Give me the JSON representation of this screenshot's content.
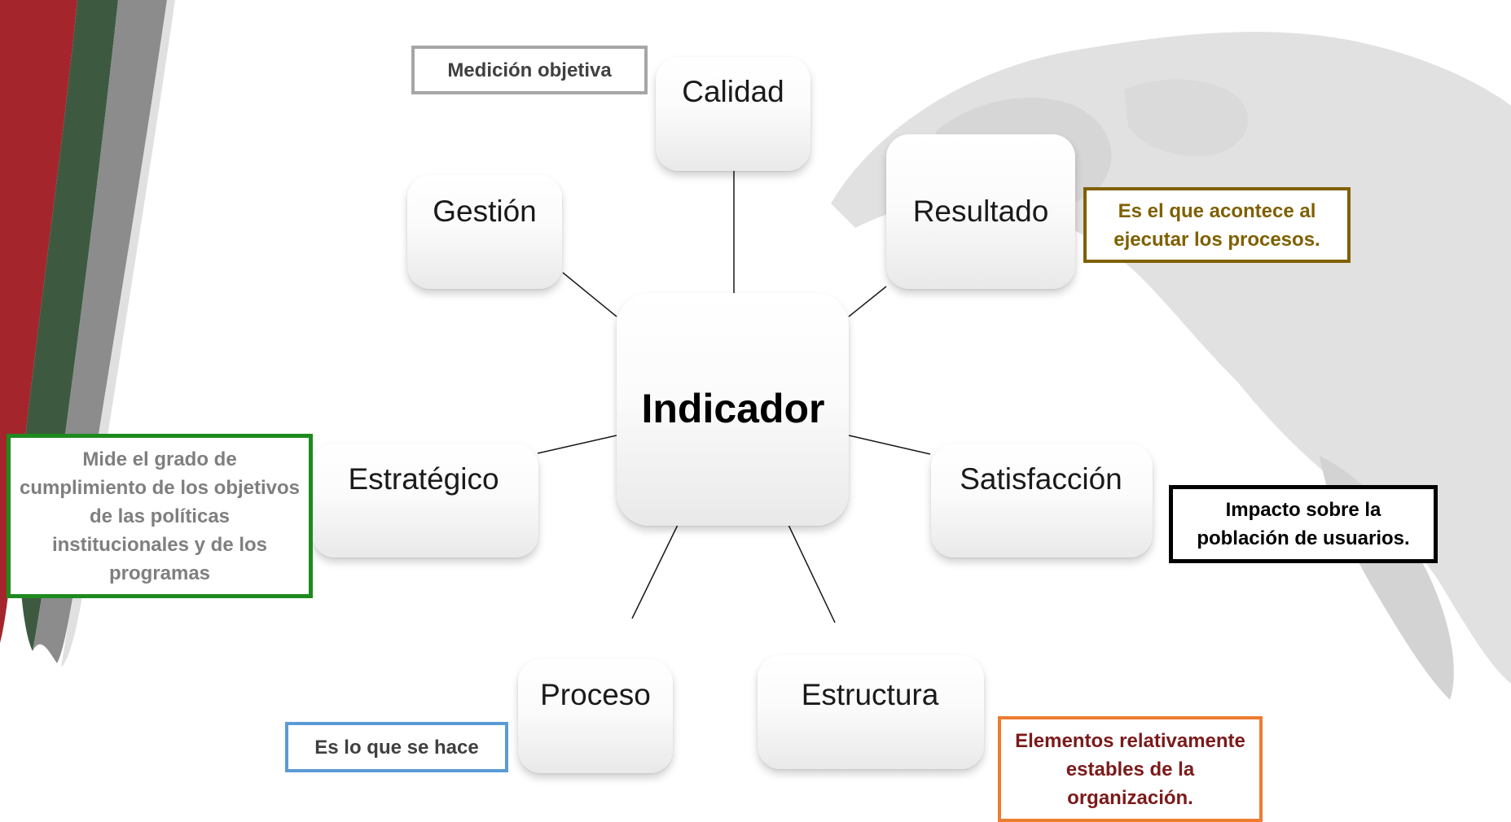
{
  "center": {
    "label": "Indicador"
  },
  "nodes": {
    "calidad": "Calidad",
    "gestion": "Gestión",
    "resultado": "Resultado",
    "estrategico": "Estratégico",
    "satisfaccion": "Satisfacción",
    "proceso": "Proceso",
    "estructura": "Estructura"
  },
  "notes": {
    "medicion": "Medición objetiva",
    "resultado": "Es el que acontece al ejecutar los procesos.",
    "estrategico": "Mide el grado de cumplimiento de los objetivos de las políticas institucionales y de los programas",
    "satisfaccion": "Impacto sobre la población de usuarios.",
    "proceso": "Es lo que se hace",
    "estructura": "Elementos relativamente estables de la organización."
  },
  "colors": {
    "medicion_border": "#a6a6a6",
    "medicion_text": "#404040",
    "resultado_border": "#7f6000",
    "resultado_text": "#7f6000",
    "estrategico_border": "#1e8a1e",
    "estrategico_text": "#7f7f7f",
    "satisfaccion_border": "#000000",
    "satisfaccion_text": "#000000",
    "proceso_border": "#5b9bd5",
    "proceso_text": "#404040",
    "estructura_border": "#ed7d31",
    "estructura_text": "#7b1a1a",
    "accent_red": "#a4262c",
    "accent_green": "#3d5a40",
    "accent_gray": "#7f7f7f"
  }
}
